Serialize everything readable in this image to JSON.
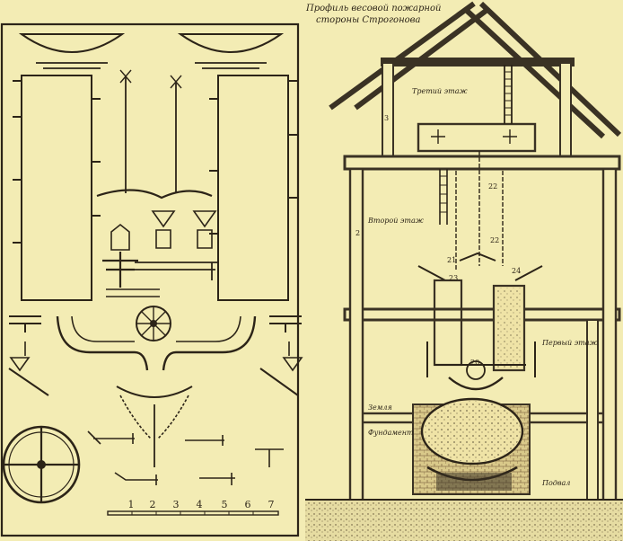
{
  "right_panel": {
    "title_line1": "Профиль весовой пожарной",
    "title_line2": "стороны Строгонова",
    "annotations": [
      "Третий этаж",
      "Второй этаж",
      "Первый этаж",
      "Фундамент",
      "Подвал",
      "Земля"
    ],
    "part_numbers": [
      "22",
      "22",
      "21",
      "23",
      "24",
      "20",
      "3",
      "2"
    ]
  },
  "left_panel": {
    "scale_numbers": [
      "1",
      "2",
      "3",
      "4",
      "5",
      "6",
      "7"
    ]
  },
  "colors": {
    "paper": "#f3ecb4",
    "ink": "#2c2418",
    "frame": "#3a3224"
  }
}
